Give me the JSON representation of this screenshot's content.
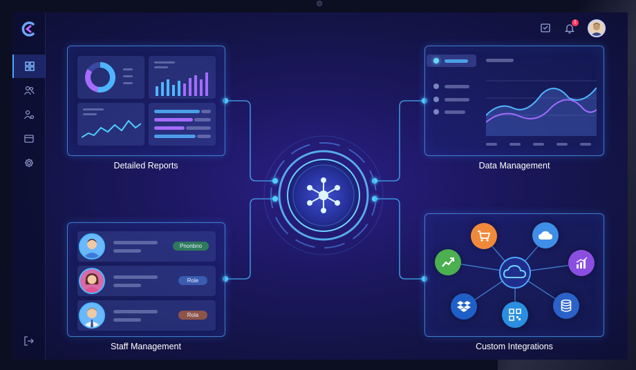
{
  "header": {
    "notification_count": "1"
  },
  "panels": {
    "reports": {
      "caption": "Detailed Reports"
    },
    "data": {
      "caption": "Data Management"
    },
    "staff": {
      "caption": "Staff Management",
      "rows": [
        {
          "tag": "Pnonbno",
          "tag_color": "#3a8f6a"
        },
        {
          "tag": "Role",
          "tag_color": "#3a5bb0"
        },
        {
          "tag": "Rola",
          "tag_color": "#9a5a4e"
        }
      ]
    },
    "integrations": {
      "caption": "Custom Integrations"
    }
  },
  "icons": {
    "nav": [
      "dashboard-icon",
      "users-icon",
      "user-settings-icon",
      "card-icon",
      "gear-icon"
    ],
    "integrations": [
      "cart-icon",
      "cloud-icon",
      "chart-icon",
      "bar-chart-icon",
      "dropbox-icon",
      "qr-code-icon",
      "database-icon",
      "hub-cloud-icon"
    ]
  },
  "colors": {
    "accent": "#4fa8ff",
    "node": "#4fd0ff",
    "panel_border": "#50aaff"
  }
}
